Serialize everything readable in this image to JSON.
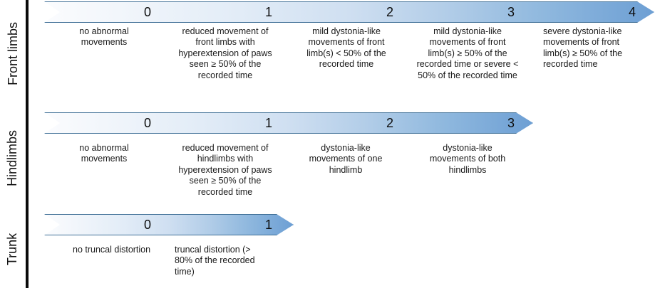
{
  "figure": {
    "type": "scale-diagram",
    "accent_color": "#6d9fd4",
    "band_border_color": "#3f6f96",
    "divider_color": "#0a0a0a"
  },
  "rows": [
    {
      "label": "Front limbs",
      "scores": [
        "0",
        "1",
        "2",
        "3",
        "4"
      ],
      "descriptions": [
        "no abnormal movements",
        "reduced movement of front limbs with hyperextension of paws seen ≥ 50% of the recorded time",
        "mild dystonia-like movements of front limb(s) < 50% of the recorded time",
        "mild dystonia-like movements of front limb(s) ≥ 50% of the recorded time or severe < 50% of the recorded time",
        "severe dystonia-like movements of front limb(s) ≥ 50% of the recorded time"
      ]
    },
    {
      "label": "Hindlimbs",
      "scores": [
        "0",
        "1",
        "2",
        "3"
      ],
      "descriptions": [
        "no abnormal movements",
        "reduced movement of hindlimbs with hyperextension of paws seen ≥ 50% of the recorded time",
        "dystonia-like movements of one hindlimb",
        "dystonia-like movements of both hindlimbs"
      ]
    },
    {
      "label": "Trunk",
      "scores": [
        "0",
        "1"
      ],
      "descriptions": [
        "no truncal distortion",
        "truncal distortion (> 80% of the recorded time)"
      ]
    }
  ]
}
